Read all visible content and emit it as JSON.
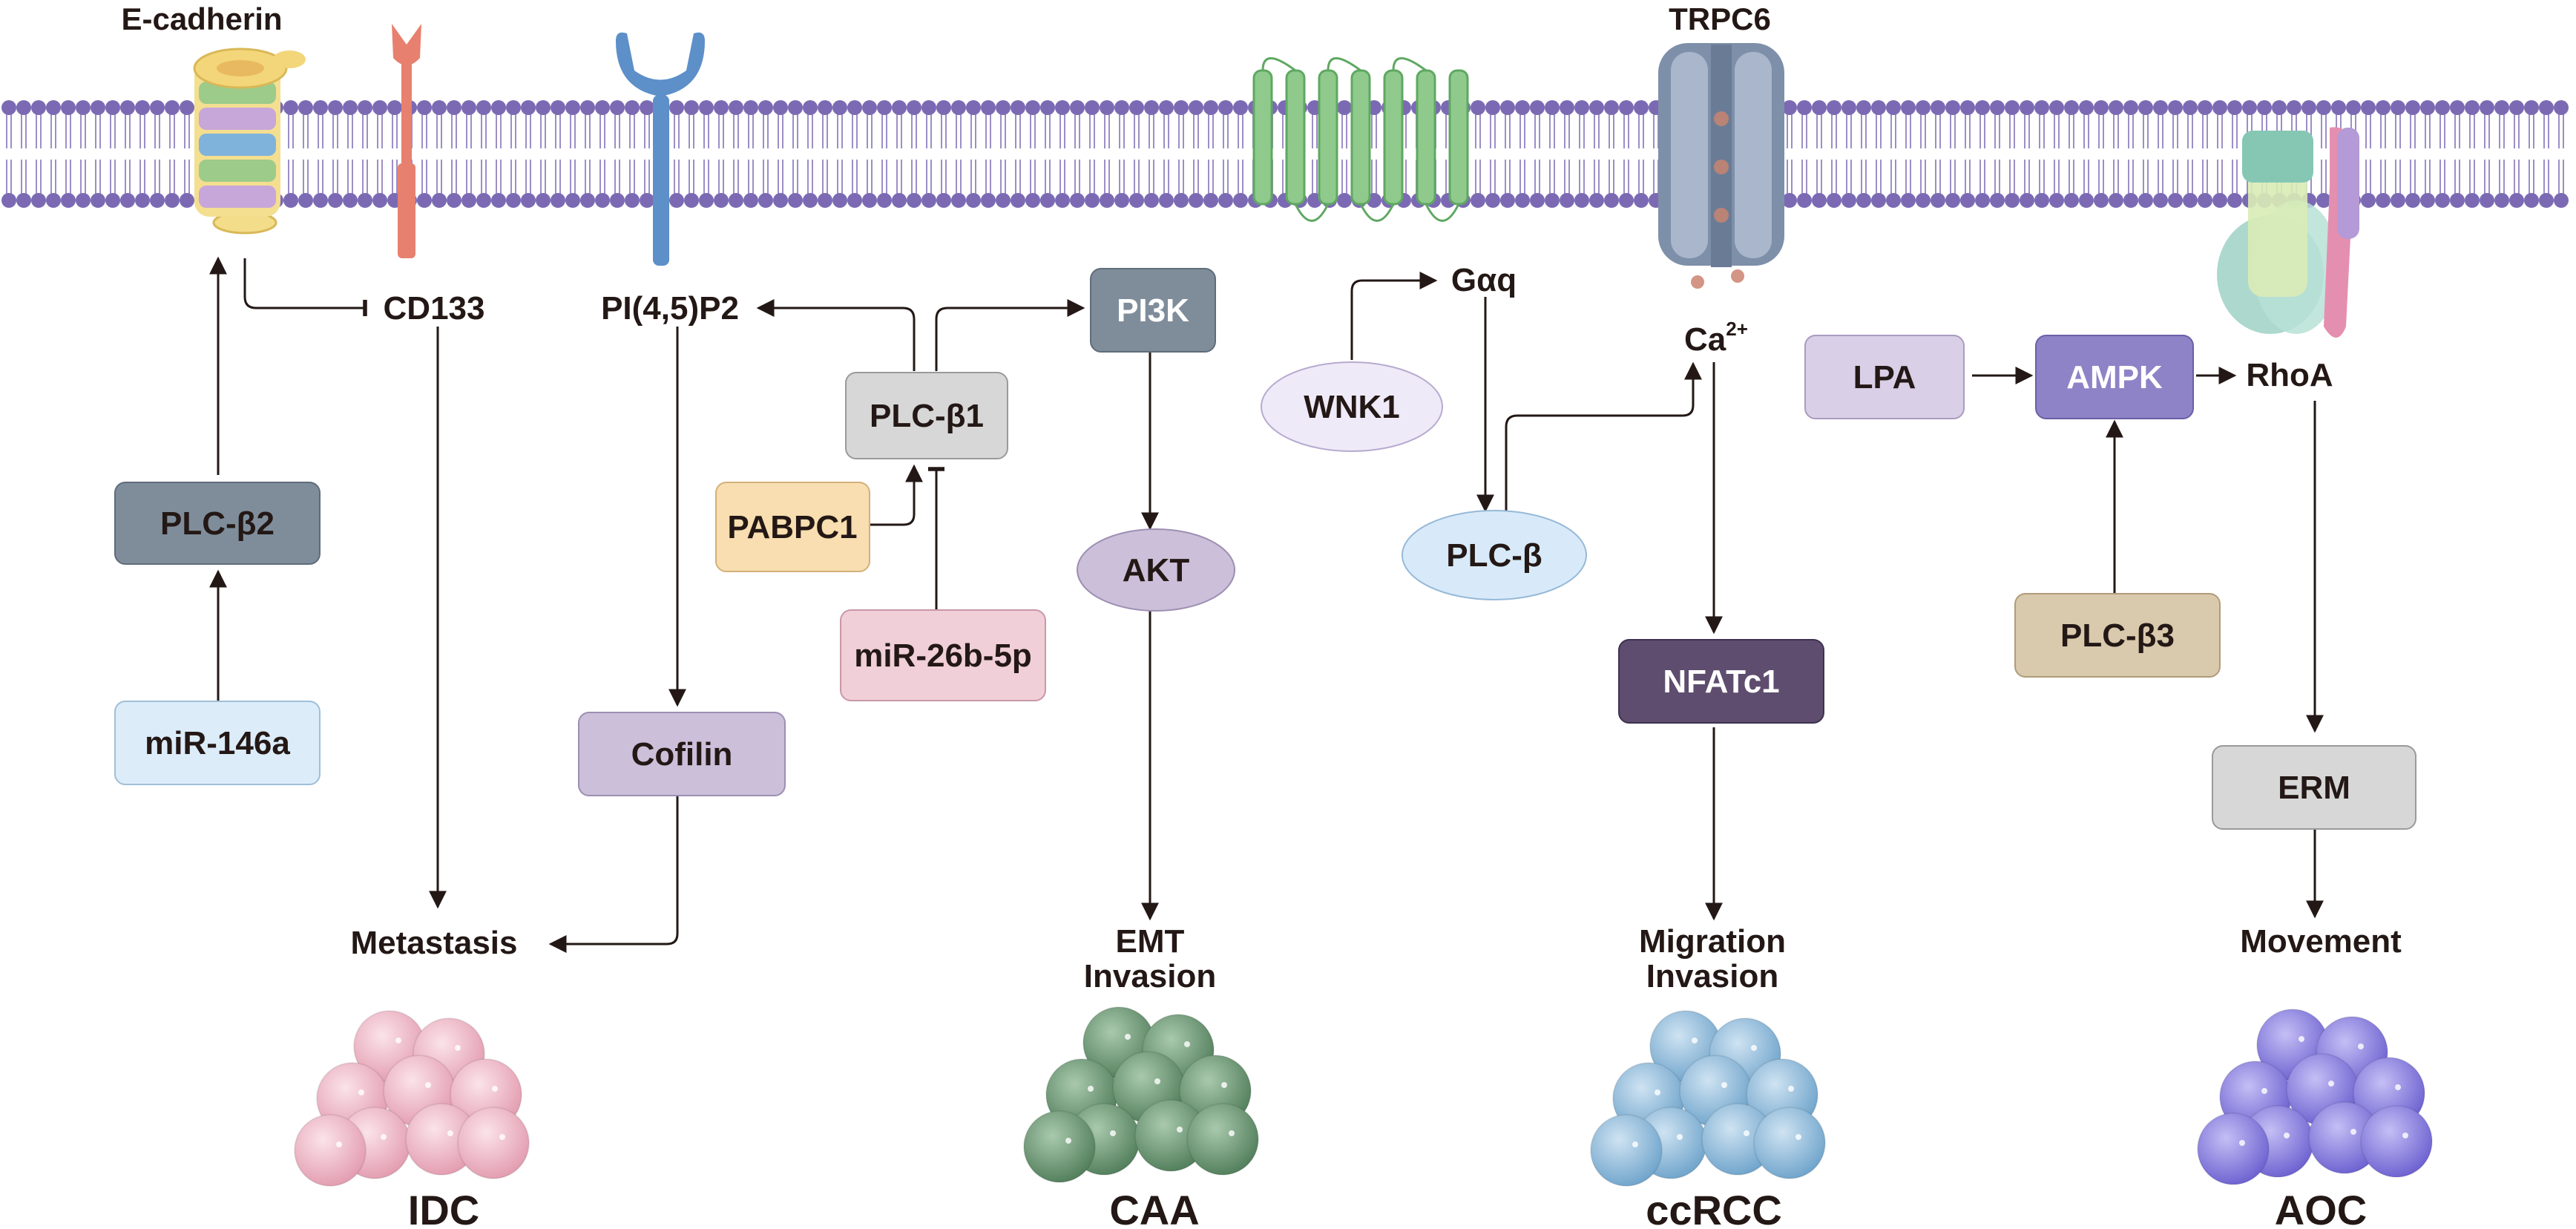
{
  "membrane_labels": {
    "ecadherin": "E-cadherin",
    "trpc6": "TRPC6"
  },
  "nodes": {
    "cd133": "CD133",
    "pip2": "PI(4,5)P2",
    "pi3k": "PI3K",
    "plcb1": "PLC-β1",
    "pabpc1": "PABPC1",
    "mir26b": "miR-26b-5p",
    "akt": "AKT",
    "plcb2": "PLC-β2",
    "mir146a": "miR-146a",
    "cofilin": "Cofilin",
    "metastasis": "Metastasis",
    "gaq": "Gαq",
    "wnk1": "WNK1",
    "plcb": "PLC-β",
    "ca_base": "Ca",
    "ca_sup": "2+",
    "nfatc1": "NFATc1",
    "lpa": "LPA",
    "ampk": "AMPK",
    "rhoa": "RhoA",
    "plcb3": "PLC-β3",
    "erm": "ERM",
    "movement": "Movement"
  },
  "outcomes": {
    "caa_line1": "EMT",
    "caa_line2": "Invasion",
    "ccrcc_line1": "Migration",
    "ccrcc_line2": "Invasion"
  },
  "cancers": {
    "idc": "IDC",
    "caa": "CAA",
    "ccrcc": "ccRCC",
    "aoc": "AOC"
  },
  "colors": {
    "lipid_head": "#7b6ab3",
    "lipid_tail": "#9c8fc6",
    "idc": "#e8a7b6",
    "caa": "#5f8f6a",
    "ccrcc": "#7fb1d6",
    "aoc": "#7d72d8",
    "arrow": "#231815"
  }
}
